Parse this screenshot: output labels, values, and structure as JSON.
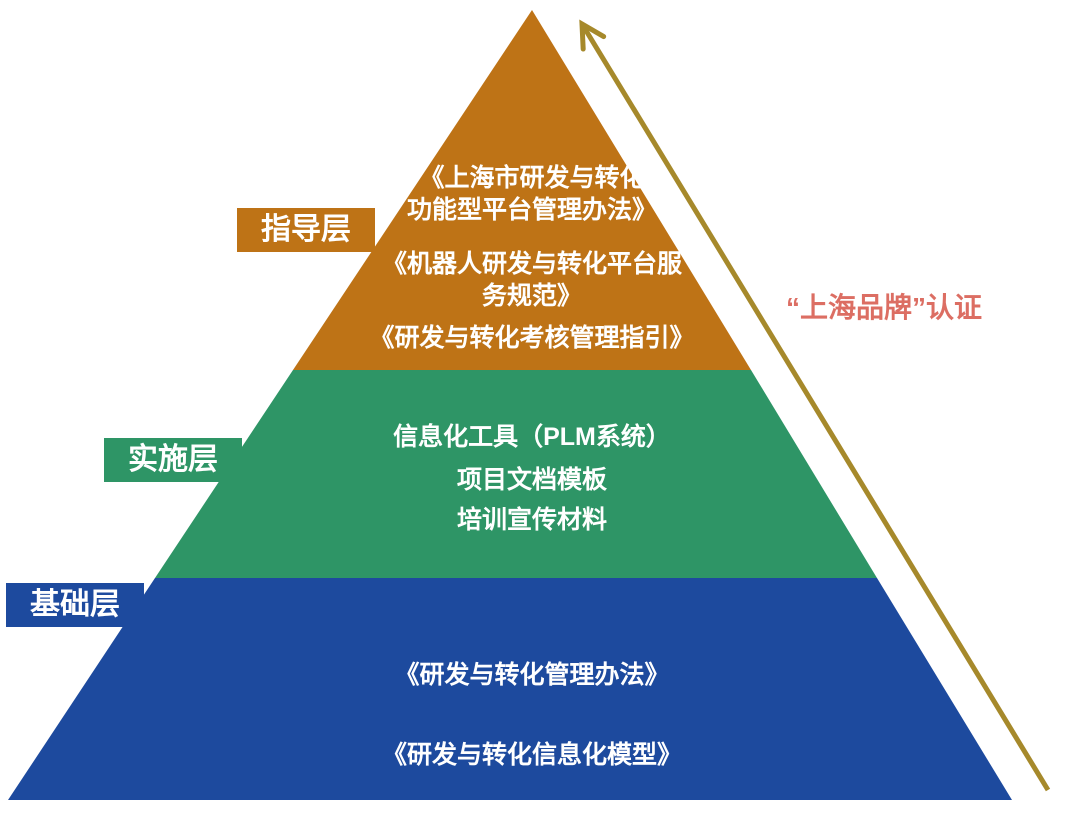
{
  "pyramid": {
    "layers": [
      {
        "id": "guidance",
        "label": "指导层",
        "color": "#be7316",
        "items": [
          "《上海市研发与转化\n功能型平台管理办法》",
          "《机器人研发与转化平台服\n务规范》",
          "《研发与转化考核管理指引》"
        ]
      },
      {
        "id": "implementation",
        "label": "实施层",
        "color": "#2e9566",
        "items": [
          "信息化工具（PLM系统）",
          "项目文档模板",
          "培训宣传材料"
        ]
      },
      {
        "id": "foundation",
        "label": "基础层",
        "color": "#1d4a9e",
        "items": [
          "《研发与转化管理办法》",
          "《研发与转化信息化模型》"
        ]
      }
    ]
  },
  "annotation": {
    "text": "“上海品牌”认证",
    "color": "#dc6e63"
  },
  "arrow": {
    "color": "#a6892b"
  }
}
